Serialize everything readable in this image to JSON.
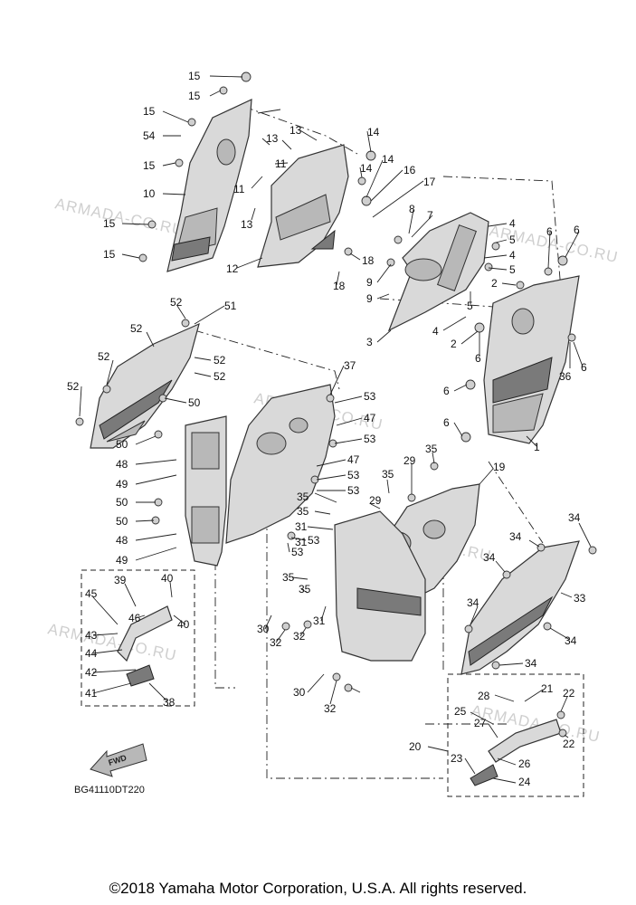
{
  "watermarks": [
    "ARMADA-CO.RU",
    "ARMADA-CO.RU",
    "ARMADA-CO.RU",
    "ARMADA-CO.RU",
    "ARMADA-CO.RU",
    "ARMADA-CO.RU"
  ],
  "diagram_code": "BG41110DT220",
  "fwd_label": "FWD",
  "copyright": "©2018 Yamaha Motor Corporation, U.S.A. All rights reserved.",
  "callouts": [
    "15",
    "15",
    "15",
    "54",
    "15",
    "10",
    "15",
    "15",
    "13",
    "13",
    "11",
    "11",
    "13",
    "14",
    "14",
    "14",
    "16",
    "17",
    "12",
    "18",
    "18",
    "8",
    "7",
    "9",
    "9",
    "3",
    "4",
    "5",
    "4",
    "5",
    "2",
    "5",
    "4",
    "2",
    "6",
    "6",
    "6",
    "36",
    "6",
    "6",
    "6",
    "1",
    "52",
    "51",
    "52",
    "52",
    "52",
    "52",
    "52",
    "37",
    "53",
    "47",
    "53",
    "47",
    "53",
    "53",
    "50",
    "50",
    "48",
    "49",
    "50",
    "50",
    "48",
    "49",
    "53",
    "53",
    "35",
    "29",
    "19",
    "35",
    "29",
    "35",
    "31",
    "35",
    "31",
    "34",
    "34",
    "34",
    "33",
    "34",
    "34",
    "34",
    "39",
    "40",
    "45",
    "46",
    "40",
    "43",
    "44",
    "42",
    "41",
    "38",
    "35",
    "35",
    "30",
    "32",
    "32",
    "31",
    "30",
    "32",
    "28",
    "21",
    "22",
    "25",
    "27",
    "22",
    "20",
    "23",
    "26",
    "24"
  ]
}
